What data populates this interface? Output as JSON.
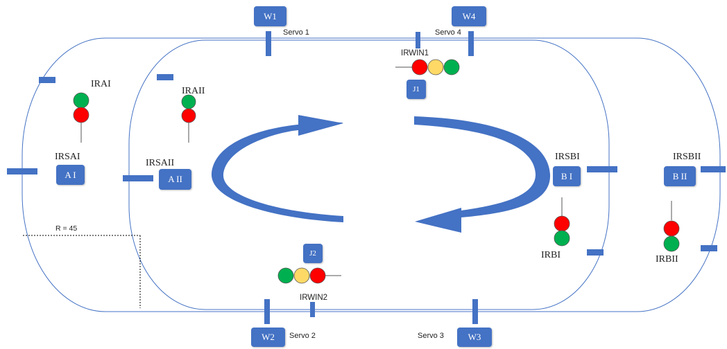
{
  "colors": {
    "track": "#4472C4",
    "arrow": "#4472C4",
    "box": "#4472C4",
    "signal_red": "#FF0000",
    "signal_green": "#00B050",
    "signal_yellow": "#FFD966"
  },
  "switches": {
    "w1": "W1",
    "w2": "W2",
    "w3": "W3",
    "w4": "W4"
  },
  "servos": {
    "s1": "Servo 1",
    "s2": "Servo 2",
    "s3": "Servo 3",
    "s4": "Servo 4"
  },
  "junctions": {
    "j1": "J1",
    "j2": "J2"
  },
  "blocks": {
    "a1": "A I",
    "a2": "A II",
    "b1": "B I",
    "b2": "B II"
  },
  "sensors": {
    "irsai": "IRSAI",
    "irsaii": "IRSAII",
    "irsbi": "IRSBI",
    "irsbii": "IRSBII"
  },
  "signals": {
    "irai": "IRAI",
    "iraii": "IRAII",
    "irbi": "IRBI",
    "irbii": "IRBII",
    "irwin1": "IRWIN1",
    "irwin2": "IRWIN2"
  },
  "radius_label": "R = 45"
}
